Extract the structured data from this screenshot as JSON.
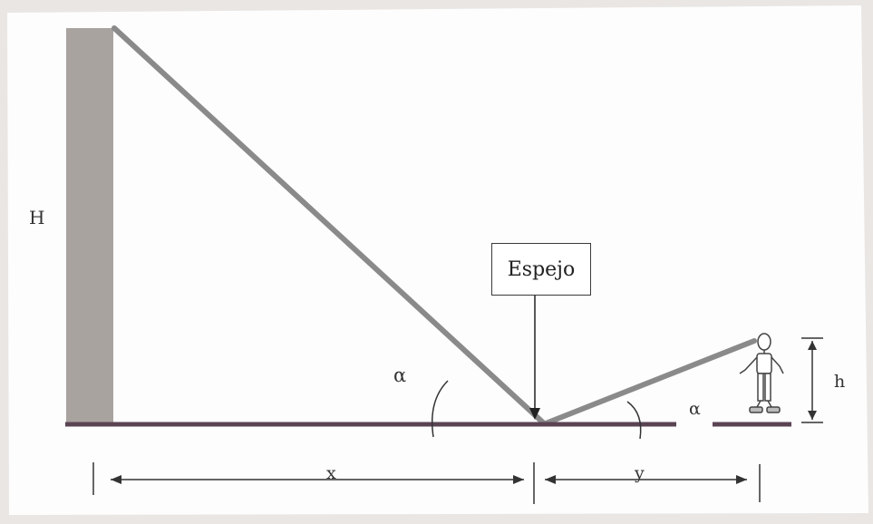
{
  "labels": {
    "tower_height": "H",
    "mirror": "Espejo",
    "angle_left": "α",
    "angle_right": "α",
    "distance_x": "x",
    "distance_y": "y",
    "person_height": "h"
  },
  "colors": {
    "ground": "#5a4452",
    "tower": "#a9a3a0",
    "ray": "#8b8a8a",
    "ink": "#333333",
    "paper": "#ffffff"
  }
}
